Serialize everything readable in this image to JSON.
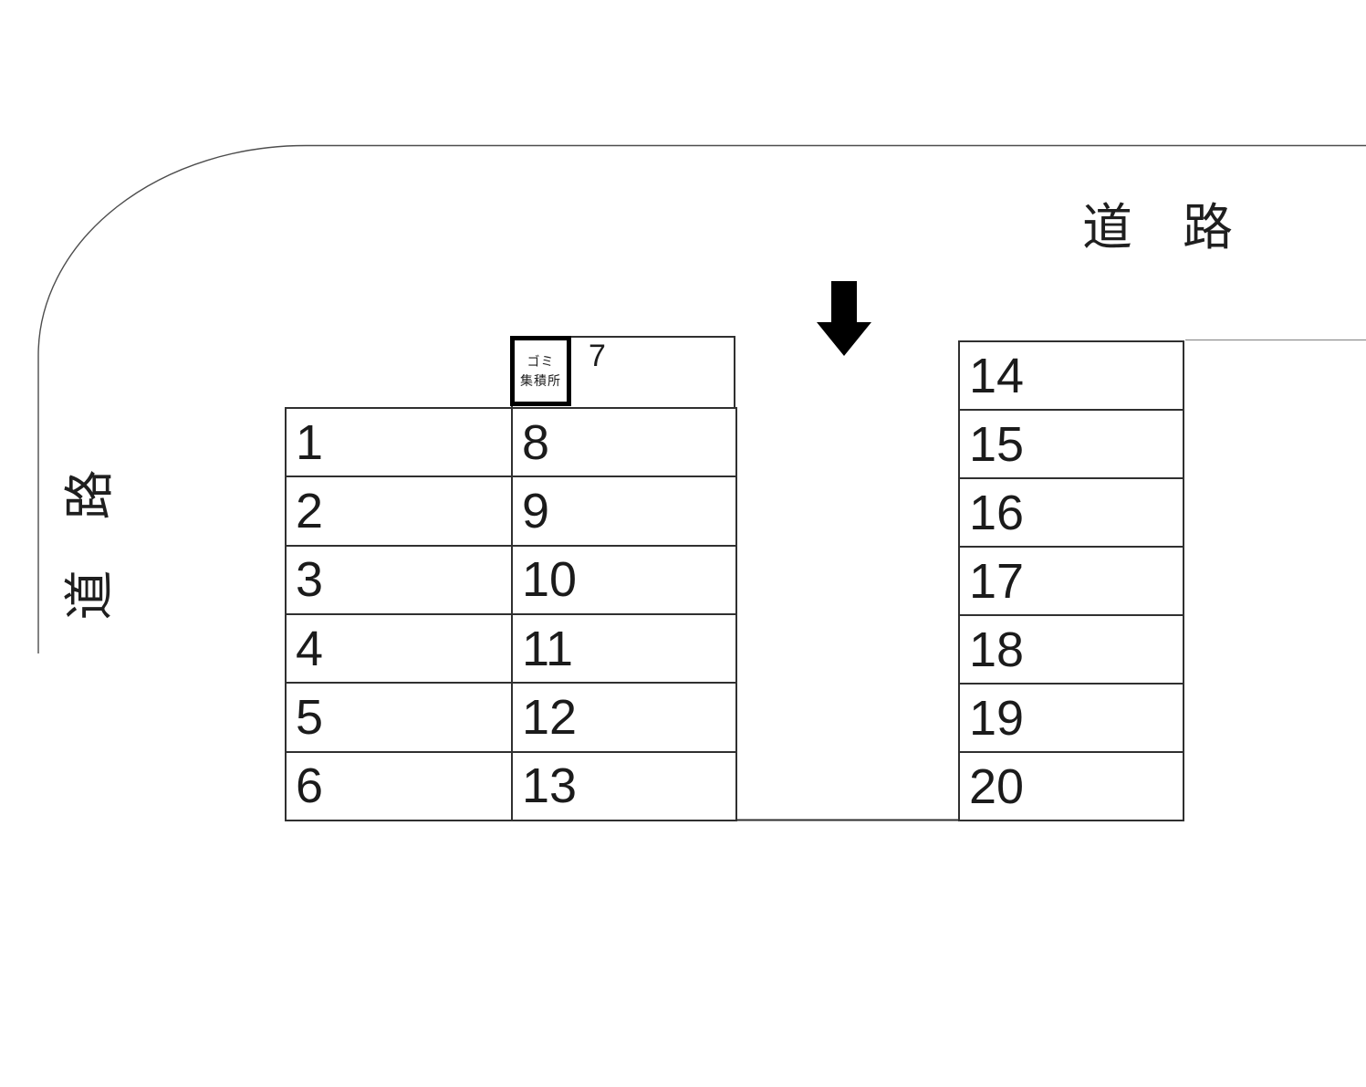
{
  "labels": {
    "road_top": "道　路",
    "road_left": "道　路"
  },
  "garbage_station": {
    "line1": "ゴミ",
    "line2": "集積所"
  },
  "spaces": {
    "seven": "7",
    "left_block": {
      "column1": [
        "1",
        "2",
        "3",
        "4",
        "5",
        "6"
      ],
      "column2": [
        "8",
        "9",
        "10",
        "11",
        "12",
        "13"
      ]
    },
    "right_block": {
      "column": [
        "14",
        "15",
        "16",
        "17",
        "18",
        "19",
        "20"
      ]
    }
  },
  "icons": {
    "entrance_arrow": "down-arrow"
  },
  "colors": {
    "arrow": "#000000",
    "table_border": "#303030",
    "road_line": "#4d4d4d",
    "road_line_light": "#8f8f8f",
    "text": "#1f1f1f"
  }
}
